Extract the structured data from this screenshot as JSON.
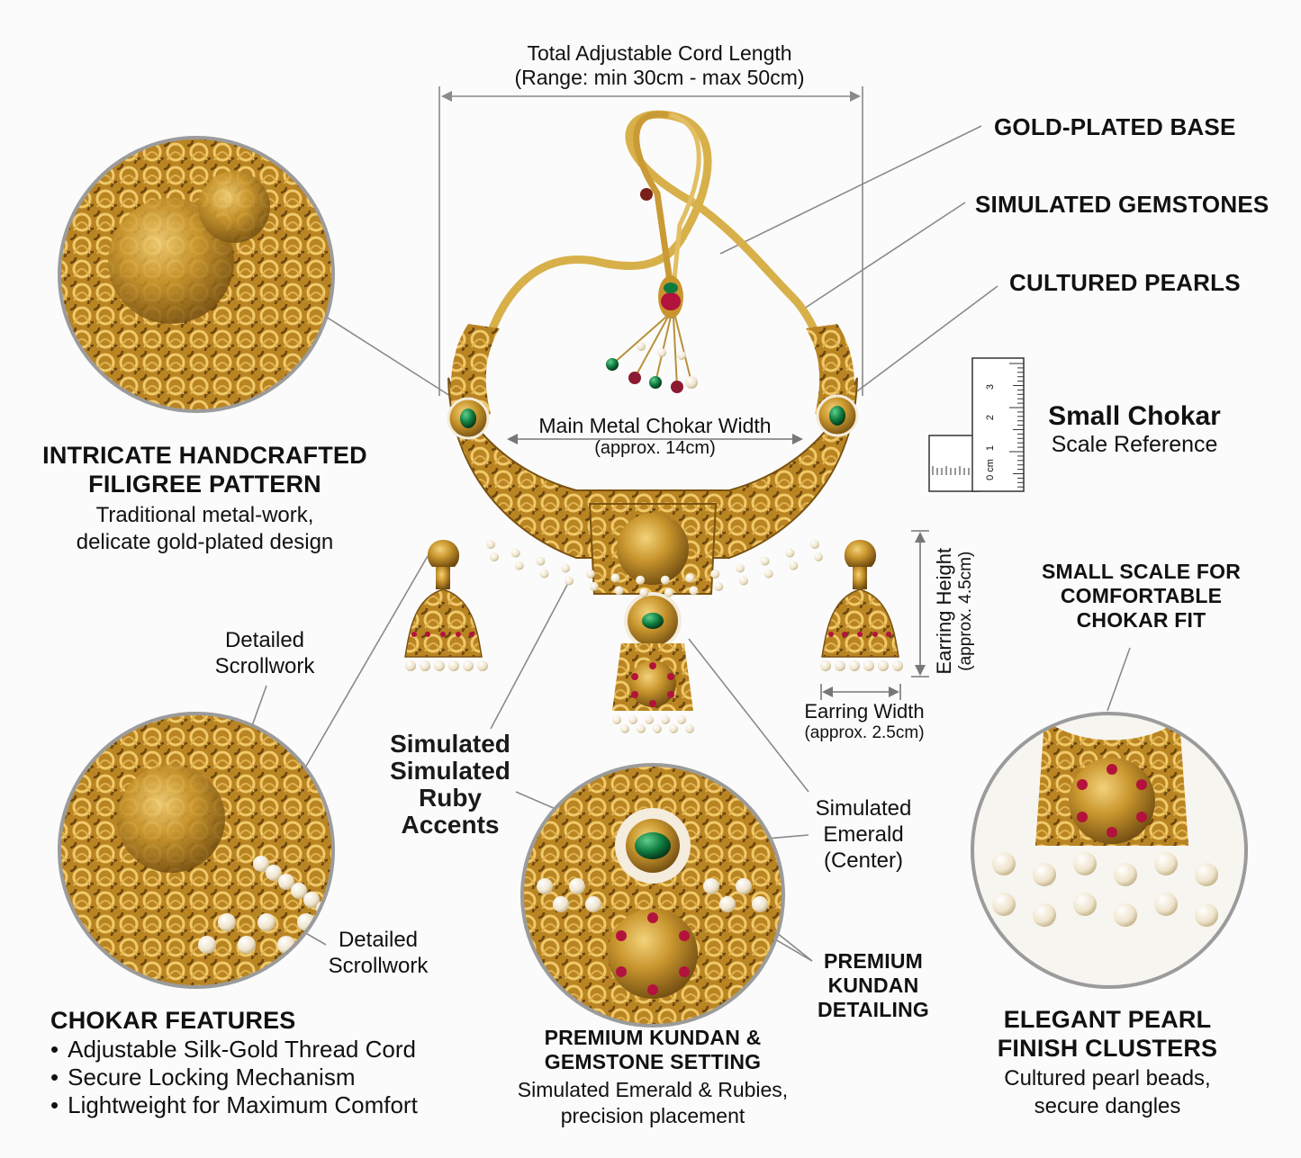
{
  "labels": {
    "cord_length_line1": "Total Adjustable Cord Length",
    "cord_length_line2": "(Range: min 30cm - max 50cm)",
    "gold_plated_base": "GOLD-PLATED BASE",
    "simulated_gemstones": "SIMULATED GEMSTONES",
    "cultured_pearls": "CULTURED PEARLS",
    "chokar_width_line1": "Main Metal Chokar Width",
    "chokar_width_line2": "(approx. 14cm)",
    "scale_title": "Small Chokar",
    "scale_subtitle": "Scale Reference",
    "ruler_marks": [
      "3",
      "2",
      "1",
      "0 cm"
    ],
    "earring_height_line1": "Earring Height",
    "earring_height_line2": "(approx. 4.5cm)",
    "earring_width_line1": "Earring Width",
    "earring_width_line2": "(approx. 2.5cm)",
    "small_scale_line1": "SMALL SCALE FOR",
    "small_scale_line2": "COMFORTABLE",
    "small_scale_line3": "CHOKAR FIT",
    "detailed_scrollwork_top_line1": "Detailed",
    "detailed_scrollwork_top_line2": "Scrollwork",
    "detailed_scrollwork_bottom_line1": "Detailed",
    "detailed_scrollwork_bottom_line2": "Scrollwork",
    "ruby_line1": "Simulated",
    "ruby_line2": "Simulated",
    "ruby_line3": "Ruby",
    "ruby_line4": "Accents",
    "emerald_line1": "Simulated",
    "emerald_line2": "Emerald",
    "emerald_line3": "(Center)",
    "kundan_detail_line1": "PREMIUM",
    "kundan_detail_line2": "KUNDAN",
    "kundan_detail_line3": "DETAILING"
  },
  "sections": {
    "filigree": {
      "title_line1": "INTRICATE HANDCRAFTED",
      "title_line2": "FILIGREE PATTERN",
      "desc_line1": "Traditional metal-work,",
      "desc_line2": "delicate gold-plated design"
    },
    "features": {
      "title": "CHOKAR FEATURES",
      "bullets": [
        "Adjustable Silk-Gold Thread Cord",
        "Secure Locking Mechanism",
        "Lightweight for Maximum Comfort"
      ]
    },
    "kundan": {
      "title_line1": "PREMIUM KUNDAN &",
      "title_line2": "GEMSTONE SETTING",
      "desc_line1": "Simulated Emerald & Rubies,",
      "desc_line2": "precision placement"
    },
    "pearl": {
      "title_line1": "ELEGANT PEARL",
      "title_line2": "FINISH CLUSTERS",
      "desc_line1": "Cultured pearl beads,",
      "desc_line2": "secure dangles"
    }
  },
  "colors": {
    "gold": "#c9962e",
    "gold_dark": "#8a5f14",
    "gold_light": "#e8c36a",
    "emerald": "#0f7a3e",
    "ruby": "#b3123d",
    "pearl": "#f4ecdc",
    "line": "#8a8a8a",
    "background": "#fbfbfb"
  }
}
